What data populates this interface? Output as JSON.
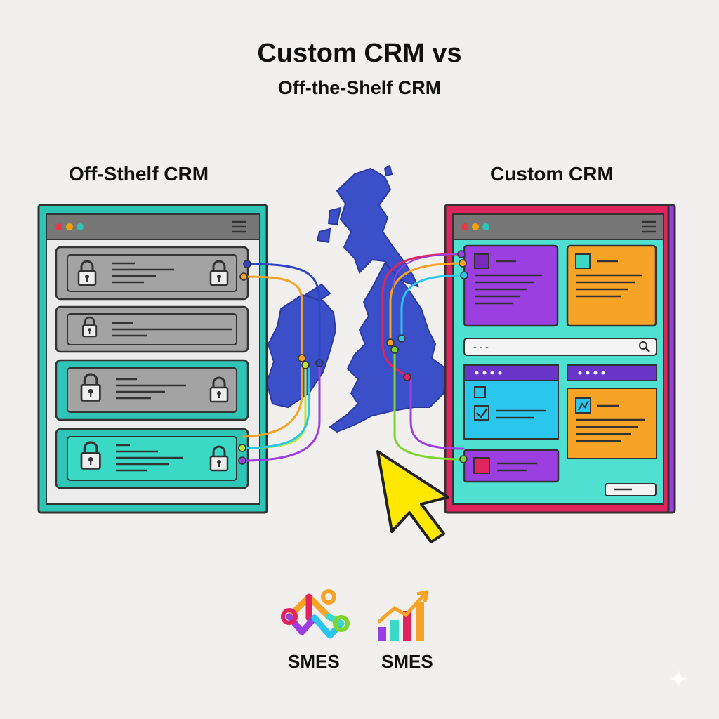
{
  "header": {
    "title": "Custom CRM vs",
    "subtitle": "Off-the-Shelf CRM"
  },
  "left_panel": {
    "label": "Off-Sthelf CRM",
    "window_dots": [
      "#e63946",
      "#f4a300",
      "#2ec4b6"
    ],
    "rows": [
      {
        "state": "locked",
        "fill": "#a3a3a3"
      },
      {
        "state": "locked",
        "fill": "#a3a3a3"
      },
      {
        "state": "locked",
        "fill": "#a3a3a3"
      },
      {
        "state": "locked",
        "fill": "#39d9c6"
      }
    ],
    "icons": [
      "lock-icon",
      "menu-icon"
    ]
  },
  "right_panel": {
    "label": "Custom CRM",
    "window_dots": [
      "#e63946",
      "#f4a300",
      "#2ec4b6"
    ],
    "search_placeholder": "- - -",
    "icons": [
      "search-icon",
      "checkbox-icon",
      "chart-icon",
      "menu-icon"
    ]
  },
  "center": {
    "map": "uk-ireland-map",
    "cursor": "pointer-cursor-icon"
  },
  "colors": {
    "teal": "#39d9c6",
    "crimson": "#e0245e",
    "purple": "#9b3fe0",
    "orange": "#f7a326",
    "cyan": "#2bc6ee",
    "map_blue": "#3a4fc8",
    "cursor_yellow": "#ffe800"
  },
  "footer": {
    "logos": [
      {
        "icon": "network-logo-icon",
        "caption": "SMES"
      },
      {
        "icon": "growth-chart-logo-icon",
        "caption": "SMES"
      }
    ]
  }
}
